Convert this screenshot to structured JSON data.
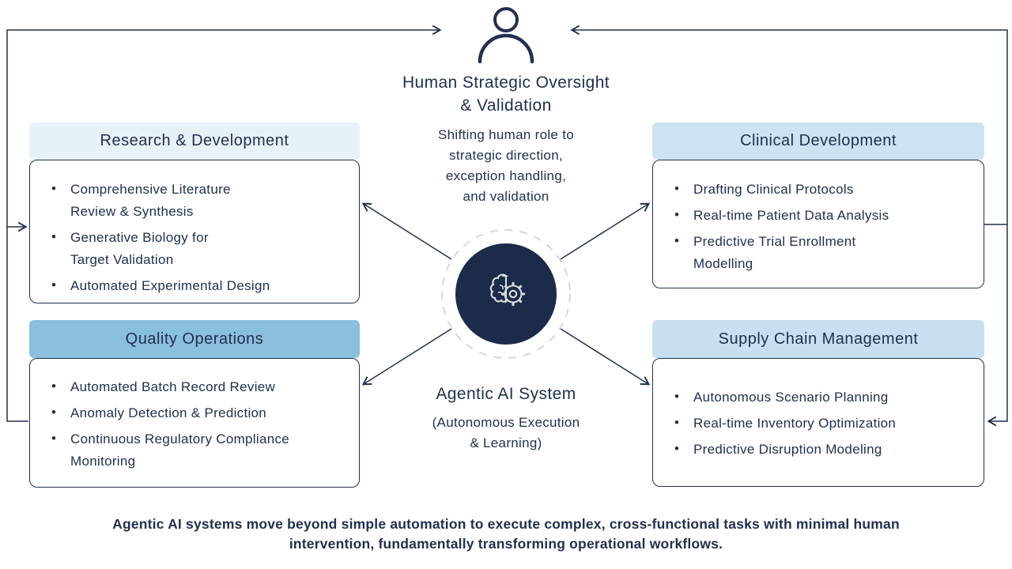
{
  "palette": {
    "navy": "#22304f",
    "center_circle": "#1c2b49",
    "icon_stroke": "#d8dce2",
    "dashed_ring": "#d7dadd"
  },
  "human": {
    "title": "Human Strategic Oversight\n& Validation",
    "subtitle": "Shifting human role to\nstrategic direction,\nexception handling,\nand validation",
    "icon": "person-icon"
  },
  "ai": {
    "title": "Agentic AI System",
    "subtitle": "(Autonomous Execution\n& Learning)",
    "icon": "brain-gear-icon"
  },
  "quadrants": [
    {
      "title": "Research & Development",
      "header_bg": "#e7f1f8",
      "items": [
        "Comprehensive Literature\nReview & Synthesis",
        "Generative Biology for\nTarget Validation",
        "Automated Experimental Design"
      ]
    },
    {
      "title": "Clinical Development",
      "header_bg": "#cde3f1",
      "items": [
        "Drafting Clinical Protocols",
        "Real-time Patient Data Analysis",
        "Predictive Trial Enrollment\nModelling"
      ]
    },
    {
      "title": "Quality Operations",
      "header_bg": "#8abfdd",
      "items": [
        "Automated Batch Record Review",
        "Anomaly Detection & Prediction",
        "Continuous Regulatory Compliance\nMonitoring"
      ]
    },
    {
      "title": "Supply Chain Management",
      "header_bg": "#c7dff0",
      "items": [
        "Autonomous Scenario Planning",
        "Real-time Inventory Optimization",
        "Predictive Disruption Modeling"
      ]
    }
  ],
  "caption": "Agentic AI systems move beyond simple automation to execute complex, cross-functional tasks with minimal human\nintervention, fundamentally transforming operational workflows."
}
